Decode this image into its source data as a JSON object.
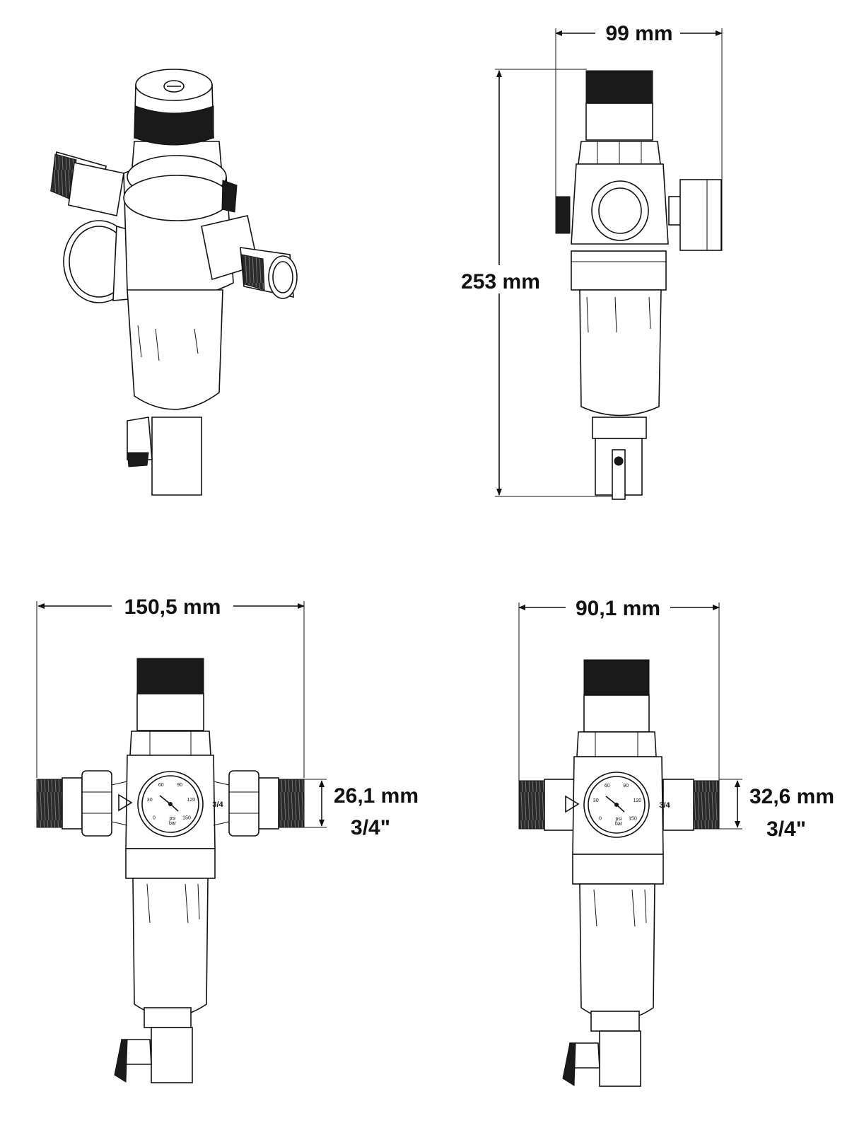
{
  "views": {
    "side": {
      "width_label": "99 mm",
      "height_label": "253 mm"
    },
    "front_a": {
      "width_label": "150,5 mm",
      "thread_label": "26,1 mm",
      "thread_size": "3/4\"",
      "connection_mark": "3/4",
      "gauge": {
        "scale_psi": [
          "0",
          "30",
          "60",
          "90",
          "120",
          "150"
        ],
        "unit_psi": "psi",
        "unit_bar": "bar"
      }
    },
    "front_b": {
      "width_label": "90,1 mm",
      "thread_label": "32,6 mm",
      "thread_size": "3/4\"",
      "connection_mark": "3/4",
      "gauge": {
        "scale_psi": [
          "0",
          "30",
          "60",
          "90",
          "120",
          "150"
        ],
        "unit_psi": "psi",
        "unit_bar": "bar"
      }
    }
  },
  "icons": {
    "flow": "flow-direction-arrow-icon",
    "dial": "pressure-gauge-icon",
    "knob": "adjustment-knob-icon",
    "valve": "ball-valve-handle-icon"
  }
}
